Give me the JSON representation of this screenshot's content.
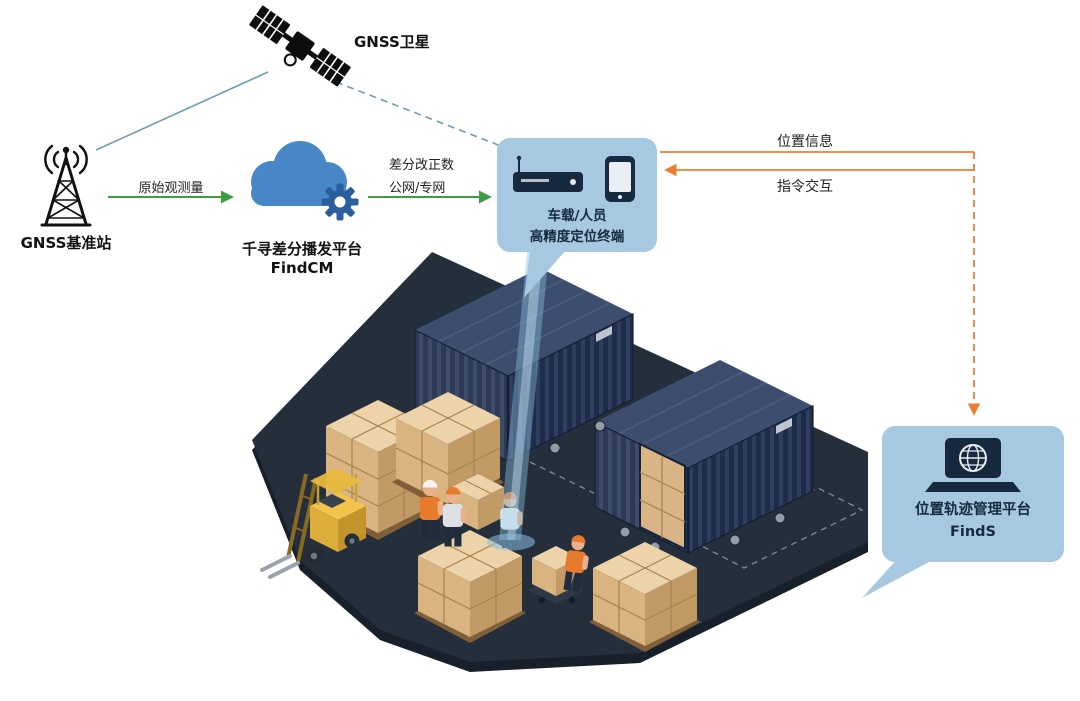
{
  "nodes": {
    "satellite": {
      "label": "GNSS卫星"
    },
    "base_station": {
      "label": "GNSS基准站"
    },
    "cloud": {
      "name": "千寻差分播发平台",
      "product": "FindCM"
    },
    "terminal": {
      "line1": "车载/人员",
      "line2": "高精度定位终端"
    },
    "platform": {
      "name": "位置轨迹管理平台",
      "product": "FindS"
    }
  },
  "links": {
    "raw_observation": "原始观测量",
    "correction_line1": "差分改正数",
    "correction_line2": "公网/专网",
    "position_info": "位置信息",
    "command_exchange": "指令交互"
  },
  "icons": {
    "satellite": "gnss-satellite",
    "base_station": "radio-tower-with-waves",
    "cloud": "cloud-with-gear",
    "terminal": "receiver-and-smartphone",
    "platform": "laptop-with-globe"
  },
  "colors": {
    "panel_blue": "#a6c8e0",
    "dark_navy": "#16293e",
    "green": "#3f9e43",
    "orange": "#ed7d31",
    "cloud_blue": "#4787c7",
    "link_teal": "#6f9cae",
    "platform_dark": "#252f3c",
    "carton_tan": "#d9b480",
    "forklift_yellow": "#f2c34d"
  }
}
